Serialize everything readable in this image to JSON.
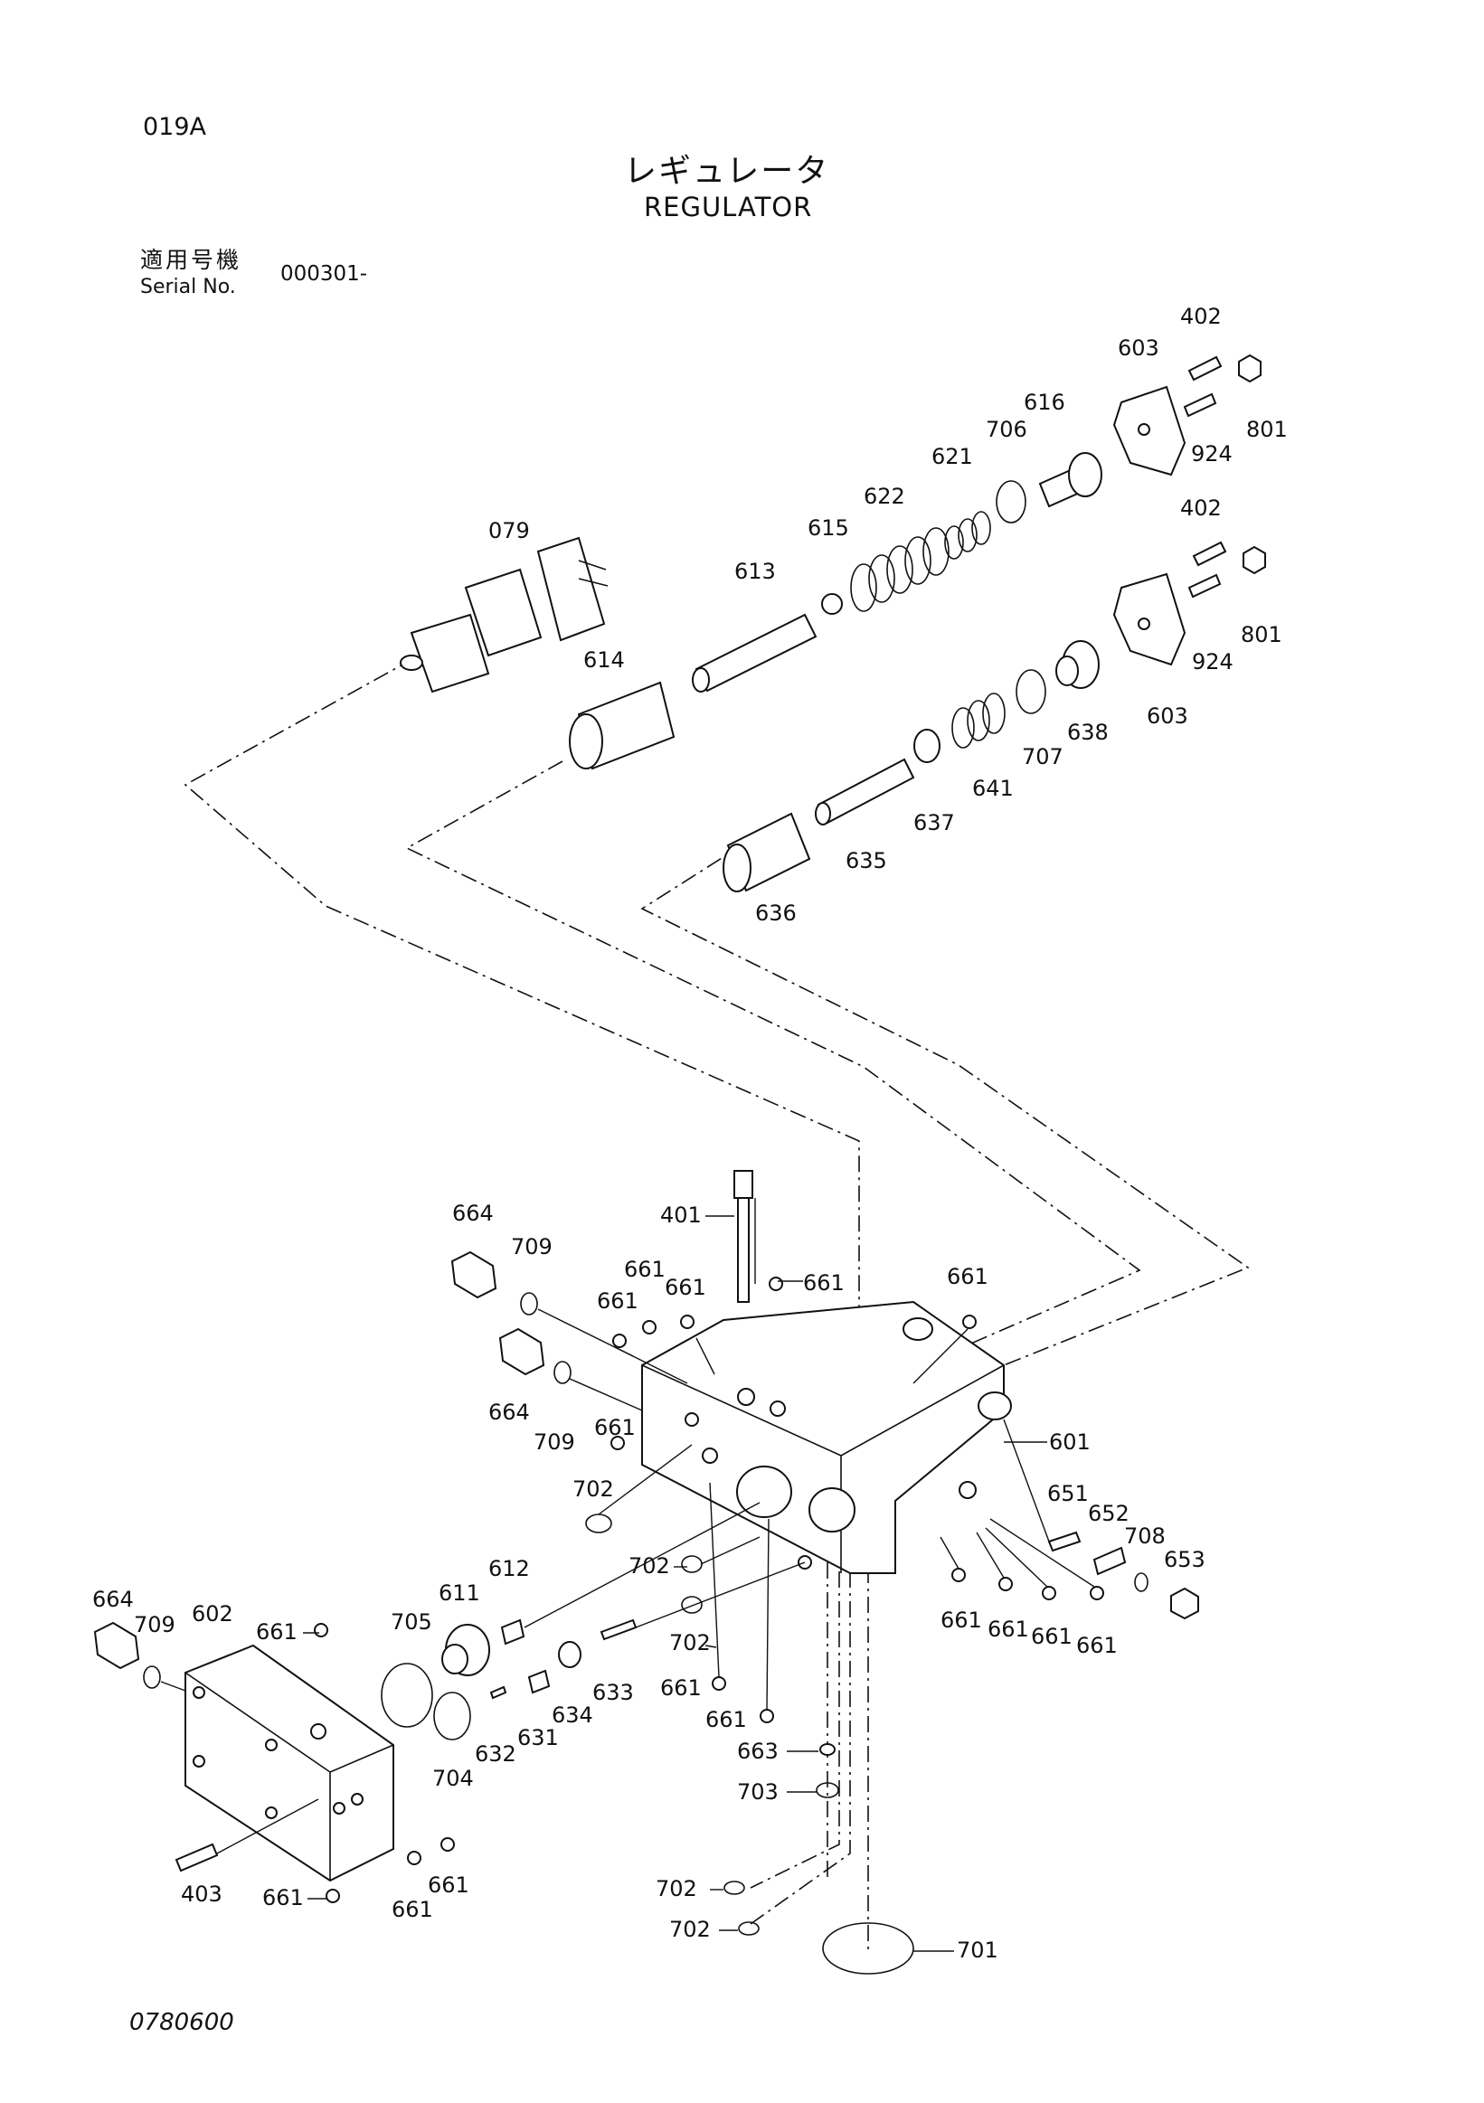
{
  "header": {
    "page_code": "019A",
    "title_jp": "レギュレータ",
    "title_en": "REGULATOR",
    "serial_label_jp": "適用号機",
    "serial_label_en": "Serial No.",
    "serial_value": "000301-"
  },
  "footer": {
    "drawing_number": "0780600"
  },
  "part_labels": [
    "402",
    "603",
    "616",
    "706",
    "801",
    "924",
    "621",
    "622",
    "615",
    "079",
    "613",
    "402",
    "801",
    "924",
    "614",
    "603",
    "638",
    "707",
    "641",
    "637",
    "635",
    "636",
    "401",
    "664",
    "709",
    "661",
    "661",
    "661",
    "661",
    "661",
    "664",
    "709",
    "661",
    "601",
    "702",
    "651",
    "652",
    "708",
    "653",
    "702",
    "612",
    "611",
    "705",
    "602",
    "709",
    "664",
    "661",
    "702",
    "633",
    "661",
    "634",
    "631",
    "632",
    "704",
    "661",
    "663",
    "703",
    "403",
    "661",
    "661",
    "661",
    "702",
    "702",
    "701",
    "661",
    "661",
    "661",
    "661"
  ]
}
